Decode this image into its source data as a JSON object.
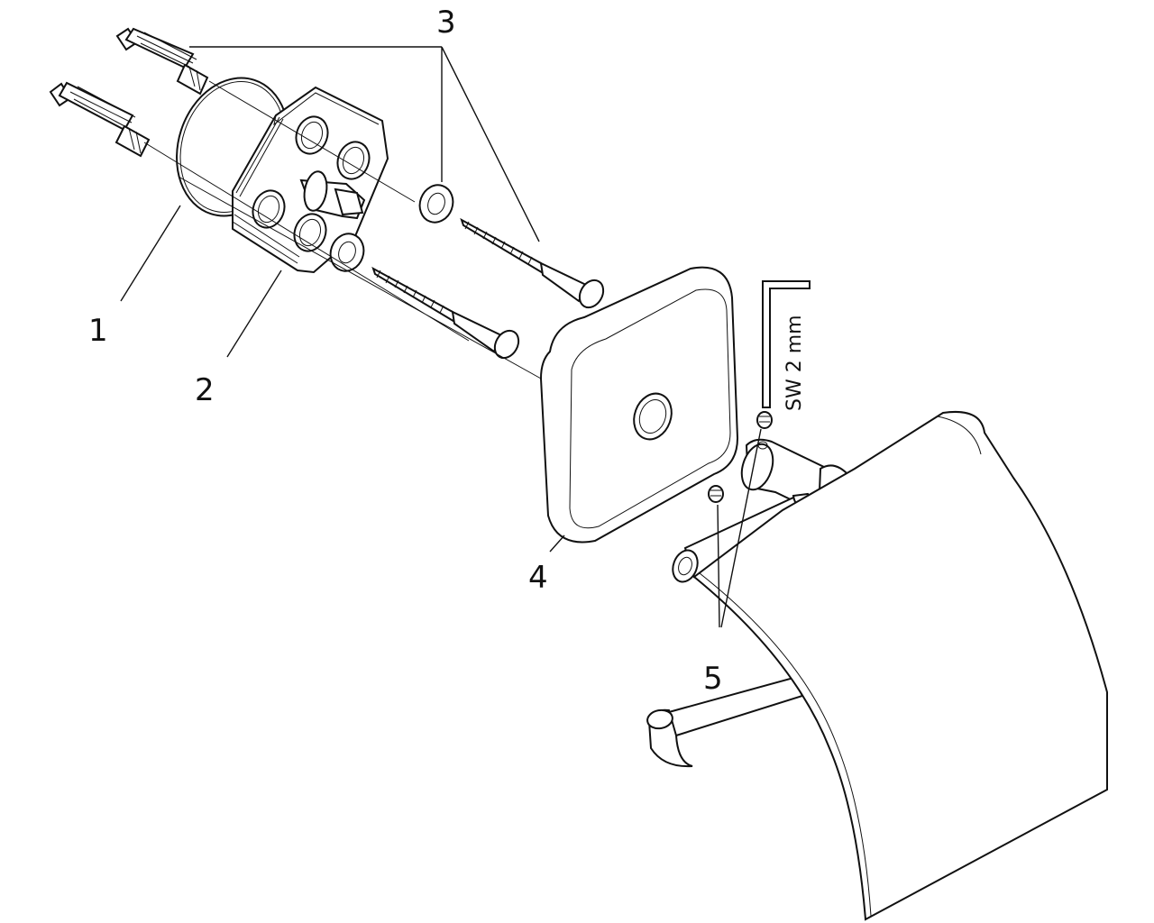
{
  "diagram": {
    "labels": {
      "p1": "1",
      "p2": "2",
      "p3": "3",
      "p4": "4",
      "p5": "5"
    },
    "tool_label": "SW 2 mm"
  }
}
